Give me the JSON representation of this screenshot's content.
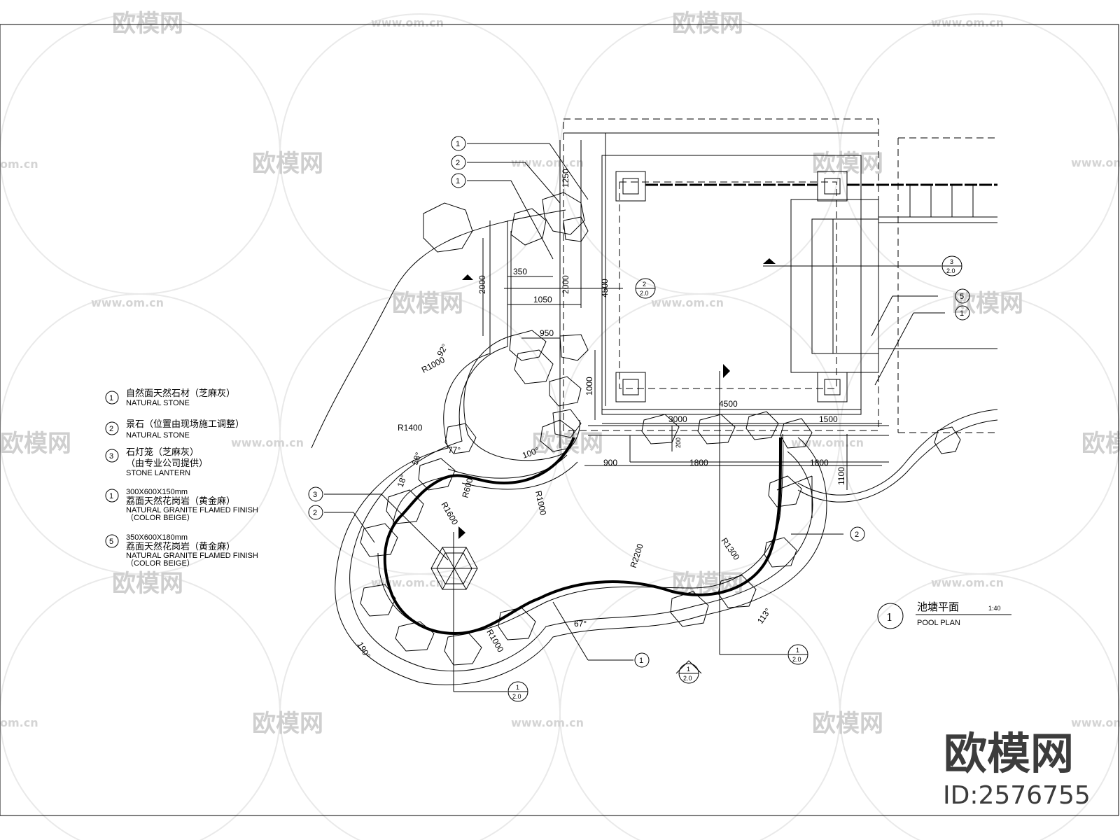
{
  "watermark": {
    "logo_text": "欧模网",
    "url_text": "www.om.cn",
    "url_fragment": "om.cn"
  },
  "brand": {
    "name": "欧模网",
    "id": "ID:2576755"
  },
  "drawing_title": {
    "number": "1",
    "cn": "池塘平面",
    "en": "POOL PLAN",
    "scale": "1:40"
  },
  "legend": [
    {
      "num": "1",
      "cn": "自然面天然石材（芝麻灰）",
      "en": [
        "NATURAL STONE"
      ]
    },
    {
      "num": "2",
      "cn": "景石（位置由现场施工调整）",
      "en": [
        "NATURAL STONE"
      ]
    },
    {
      "num": "3",
      "cn": "石灯笼（芝麻灰）",
      "cn2": "（由专业公司提供）",
      "en": [
        "STONE LANTERN"
      ]
    },
    {
      "num": "1",
      "cn": "300X600X150mm",
      "cn2": "荔面天然花岗岩（黄金麻）",
      "en": [
        "NATURAL GRANITE FLAMED FINISH",
        "（COLOR BEIGE）"
      ]
    },
    {
      "num": "5",
      "cn": "350X600X180mm",
      "cn2": "荔面天然花岗岩（黄金麻）",
      "en": [
        "NATURAL GRANITE FLAMED FINISH",
        "（COLOR BEIGE）"
      ]
    }
  ],
  "dimensions": {
    "d1250": "1250",
    "d2000a": "2000",
    "d2000b": "2000",
    "d4500v": "4500",
    "d350": "350",
    "d1050": "1050",
    "d950": "950",
    "d1000": "1000",
    "d4500h": "4500",
    "d3000": "3000",
    "d1500": "1500",
    "d200": "200",
    "d900": "900",
    "d1800a": "1800",
    "d1800b": "1800",
    "d1100": "1100"
  },
  "radii": {
    "r1000a": "R1000",
    "r1400": "R1400",
    "r600": "R600",
    "r1600": "R1600",
    "r1000b": "R1000",
    "r2200": "R2200",
    "r1300": "R1300",
    "r1000c": "R1000"
  },
  "angles": {
    "a92": "92°",
    "a58": "58°",
    "a77": "77°",
    "a100": "100°",
    "a18": "18°",
    "a190": "190°",
    "a67": "67°",
    "a113": "113°"
  },
  "callouts": {
    "c1a": "1",
    "c2a": "2",
    "c1b": "1",
    "c3": "3",
    "c2b": "2",
    "c5": "5",
    "c1c": "1",
    "c2c": "2",
    "c1d": "1"
  },
  "sections": {
    "s2": {
      "num": "2",
      "sheet": "2.0"
    },
    "s3": {
      "num": "3",
      "sheet": "2.0"
    },
    "s1a": {
      "num": "1",
      "sheet": "2.0"
    },
    "s1b": {
      "num": "1",
      "sheet": "2.0"
    },
    "s1c": {
      "num": "1",
      "sheet": "2.0"
    }
  }
}
